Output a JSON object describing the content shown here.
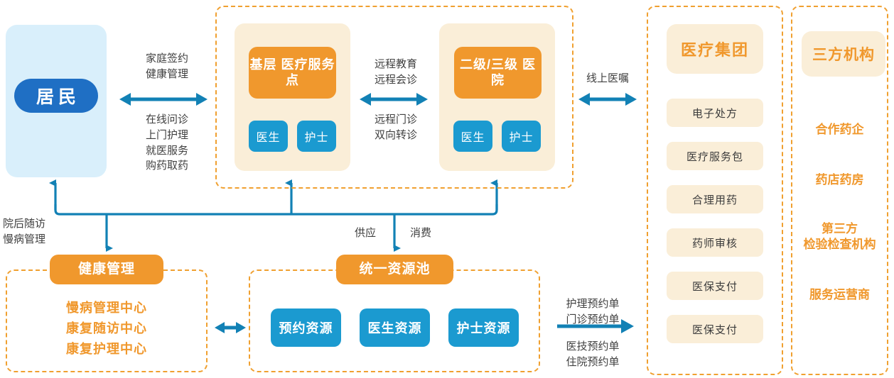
{
  "theme": {
    "orange": "#f0982d",
    "cream": "#faeed8",
    "blue_chip": "#1b9ad0",
    "resident_blue": "#1f6fc4",
    "light_blue": "#d9effb",
    "arrow_blue": "#1281b5",
    "dash_border": "#f0a030",
    "label_text": "#404040"
  },
  "resident": {
    "label": "居民"
  },
  "care_zone": {
    "primary": {
      "title": "基层\n医疗服务点",
      "roles": [
        "医生",
        "护士"
      ]
    },
    "hospital": {
      "title": "二级/三级\n医院",
      "roles": [
        "医生",
        "护士"
      ]
    },
    "middle_flow": {
      "top": "远程教育\n远程会诊",
      "bottom": "远程门诊\n双向转诊"
    }
  },
  "flows": {
    "resident_to_care_top": "家庭签约\n健康管理",
    "resident_to_care_bottom": "在线问诊\n上门护理\n就医服务\n购药取药",
    "care_to_group": "线上医嘱",
    "post_discharge": "院后随访\n慢病管理",
    "supply": "供应",
    "consume": "消费",
    "group_to_pool_top": "护理预约单\n门诊预约单",
    "group_to_pool_bottom": "医技预约单\n住院预约单"
  },
  "health_management": {
    "title": "健康管理",
    "items": [
      "慢病管理中心",
      "康复随访中心",
      "康复护理中心"
    ]
  },
  "resource_pool": {
    "title": "统一资源池",
    "items": [
      "预约资源",
      "医生资源",
      "护士资源"
    ]
  },
  "medical_group": {
    "title": "医疗集团",
    "items": [
      "电子处方",
      "医疗服务包",
      "合理用药",
      "药师审核",
      "医保支付",
      "医保支付"
    ]
  },
  "third_party": {
    "title": "三方机构",
    "items": [
      "合作药企",
      "药店药房",
      "第三方\n检验检查机构",
      "服务运营商"
    ]
  }
}
